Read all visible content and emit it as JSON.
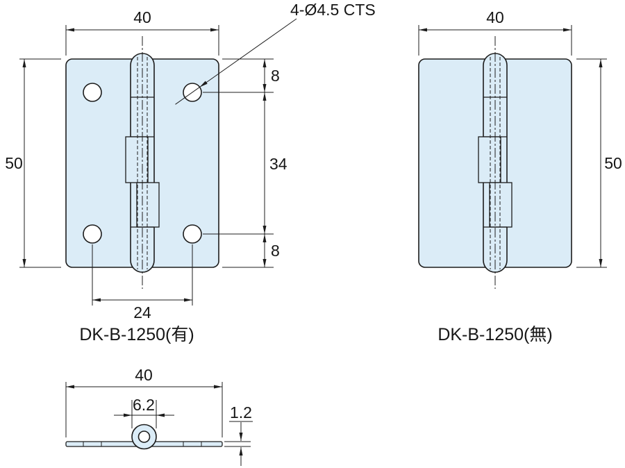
{
  "colors": {
    "fill": "#dbecf7",
    "line": "#1c1c1c",
    "background": "#ffffff"
  },
  "left_view": {
    "label": "DK-B-1250(有)",
    "callout": "4-Ø4.5 CTS",
    "dim_width": "40",
    "dim_height": "50",
    "dim_top_hole_offset": "8",
    "dim_hole_span": "34",
    "dim_bottom_hole_offset": "8",
    "dim_hole_pitch": "24"
  },
  "right_view": {
    "label": "DK-B-1250(無)",
    "dim_width": "40",
    "dim_height": "50"
  },
  "section_view": {
    "dim_width": "40",
    "dim_barrel_diameter": "6.2",
    "dim_thickness": "1.2"
  }
}
